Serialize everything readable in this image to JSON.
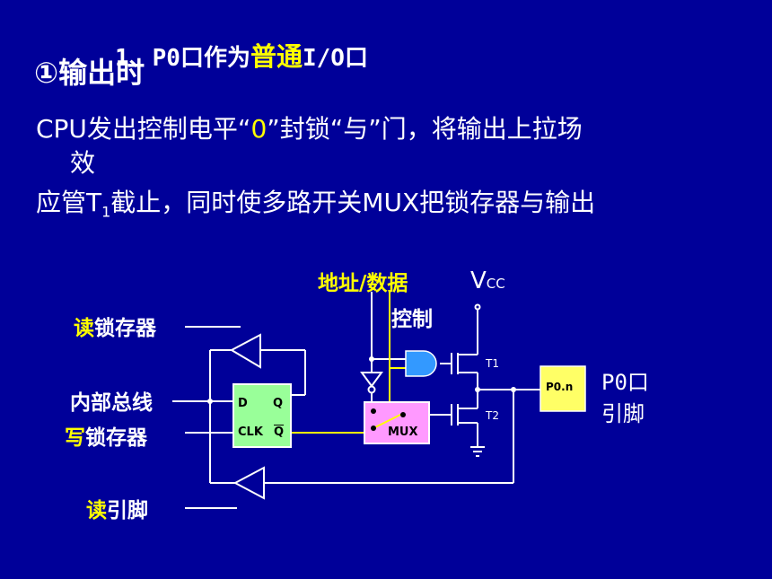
{
  "slide": {
    "heading": {
      "prefix": "1、P0口作为",
      "highlight": "普通",
      "suffix": "I/O口"
    },
    "subheading": "①输出时",
    "paragraph": {
      "line1_a": "CPU发出控制电平“",
      "line1_zero": "0",
      "line1_b": "”封锁“与”门，将输出上拉场",
      "line2": "效",
      "line3_a": "应管T",
      "line3_sub": "1",
      "line3_b": "截止，同时使多路开关MUX把锁存器与输出"
    }
  },
  "diagram": {
    "read_latch": {
      "hl": "读",
      "rest": "锁存器"
    },
    "internal_bus": "内部总线",
    "write_latch": {
      "hl": "写",
      "rest": "锁存器"
    },
    "read_pin": {
      "hl": "读",
      "rest": "引脚"
    },
    "addr_data": "地址/数据",
    "control": "控制",
    "vcc": "V",
    "vcc_sub": "CC",
    "latch_d": "D",
    "latch_q": "Q",
    "latch_clk": "CLK",
    "latch_qbar": "Q",
    "mux": "MUX",
    "t1": "T1",
    "t2": "T2",
    "pin_box": "P0.n",
    "pin_label_1": "P0口",
    "pin_label_2": "引脚"
  },
  "colors": {
    "background": "#000099",
    "highlight": "#ffff00",
    "mux_fill": "#ff99ff",
    "and_gate": "#3399ff",
    "pin_box": "#ffff66",
    "latch_fill": "#99ff99"
  }
}
